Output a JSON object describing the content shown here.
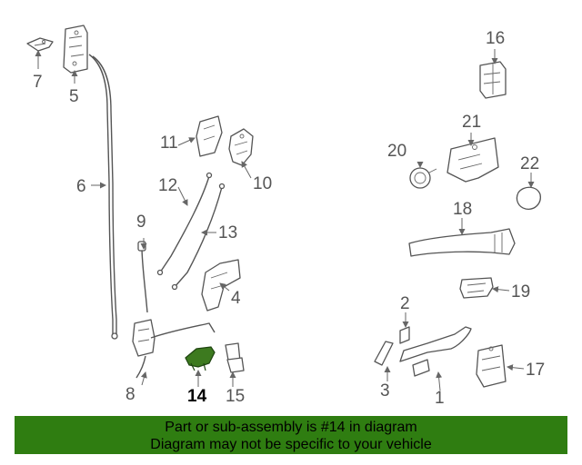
{
  "diagram": {
    "labels": [
      "1",
      "2",
      "3",
      "4",
      "5",
      "6",
      "7",
      "8",
      "9",
      "10",
      "11",
      "12",
      "13",
      "14",
      "15",
      "16",
      "17",
      "18",
      "19",
      "20",
      "21",
      "22"
    ],
    "selected": "14",
    "highlight_color": "#3d7a1f"
  },
  "banner": {
    "line1": "Part or sub-assembly is #14 in diagram",
    "line2": "Diagram may not be specific to your vehicle",
    "color": "#2f7d11"
  }
}
